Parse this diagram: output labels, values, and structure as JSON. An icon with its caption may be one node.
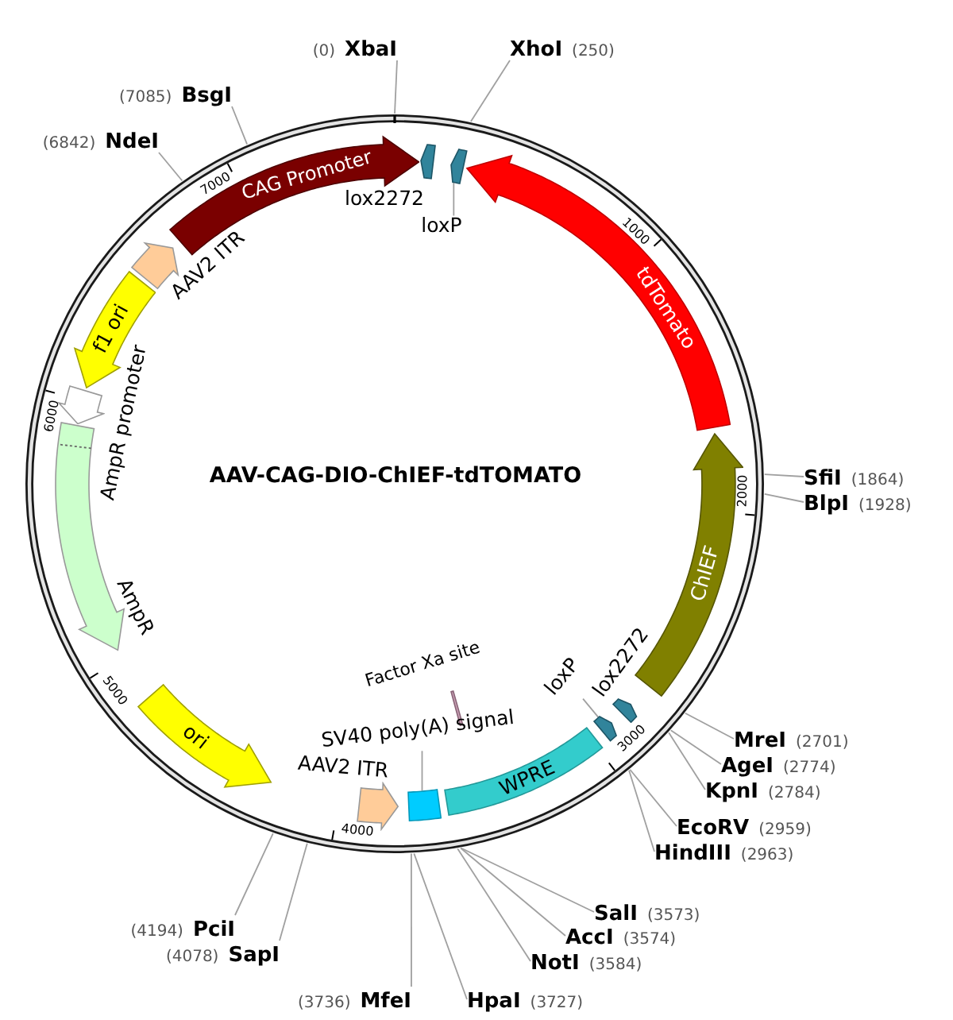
{
  "diagram": {
    "title": "AAV-CAG-DIO-ChIEF-tdTOMATO",
    "nodes": [
      {
        "text": [
          "(0)",
          "XbaI"
        ]
      },
      {
        "text": [
          "XhoI",
          "(250)"
        ]
      },
      {
        "text": [
          "(7085)",
          "BsgI"
        ]
      },
      {
        "text": [
          "(6842)",
          "NdeI"
        ]
      },
      {
        "text": [
          "CAG Promoter"
        ]
      },
      {
        "text": [],
        "shape": "arrow",
        "beside": [
          "lox2272"
        ]
      },
      {
        "text": [
          "loxP"
        ]
      },
      {
        "text": [],
        "shape": "arrow"
      },
      {
        "text": [
          "tdTomato"
        ]
      },
      {
        "text": [],
        "shape": "arrow",
        "beside": [
          "AAV2 ITR"
        ]
      },
      {
        "text": [
          "f1 ori"
        ]
      },
      {
        "text": [],
        "shape": "arrow",
        "beside": [
          "AmpR promoter"
        ]
      },
      {
        "text": [],
        "shape": "arrow",
        "beside": [
          "AmpR"
        ]
      },
      {
        "text": [
          "SfiI",
          "(1864)"
        ]
      },
      {
        "text": [
          "BlpI",
          "(1928)"
        ]
      },
      {
        "text": [
          "ChIEF"
        ]
      },
      {
        "text": [],
        "shape": "arrow",
        "beside": [
          "lox2272"
        ]
      },
      {
        "text": [
          "loxP"
        ]
      },
      {
        "text": [],
        "shape": "arrow"
      },
      {
        "text": [],
        "shape": "bar",
        "beside": [
          "Factor Xa site"
        ]
      },
      {
        "text": [
          "WPRE"
        ]
      },
      {
        "text": [
          "SV40 poly(A) signal"
        ]
      },
      {
        "text": [],
        "shape": "box"
      },
      {
        "text": [],
        "shape": "arrow",
        "beside": [
          "AAV2 ITR"
        ]
      },
      {
        "text": [
          "ori"
        ]
      },
      {
        "text": [
          "MreI",
          "(2701)"
        ]
      },
      {
        "text": [
          "AgeI",
          "(2774)"
        ]
      },
      {
        "text": [
          "KpnI",
          "(2784)"
        ]
      },
      {
        "text": [
          "EcoRV",
          "(2959)"
        ]
      },
      {
        "text": [
          "HindIII",
          "(2963)"
        ]
      },
      {
        "text": [
          "SalI",
          "(3573)"
        ]
      },
      {
        "text": [
          "AccI",
          "(3574)"
        ]
      },
      {
        "text": [
          "NotI",
          "(3584)"
        ]
      },
      {
        "text": [
          "HpaI",
          "(3727)"
        ]
      },
      {
        "text": [
          "(3736)",
          "MfeI"
        ]
      },
      {
        "text": [
          "(4078)",
          "SapI"
        ]
      },
      {
        "text": [
          "(4194)",
          "PciI"
        ]
      }
    ],
    "edges": [
      {
        "from": 0,
        "to": null,
        "arrow": "none"
      },
      {
        "from": 1,
        "to": null,
        "arrow": "none"
      },
      {
        "from": 2,
        "to": null,
        "arrow": "none"
      },
      {
        "from": 3,
        "to": null,
        "arrow": "none"
      },
      {
        "from": 6,
        "to": 7,
        "arrow": "none"
      },
      {
        "from": 13,
        "to": null,
        "arrow": "none"
      },
      {
        "from": 14,
        "to": null,
        "arrow": "none"
      },
      {
        "from": 17,
        "to": 18,
        "arrow": "none"
      },
      {
        "from": 21,
        "to": 22,
        "arrow": "none"
      },
      {
        "from": 25,
        "to": null,
        "arrow": "none"
      },
      {
        "from": 26,
        "to": null,
        "arrow": "none"
      },
      {
        "from": 27,
        "to": null,
        "arrow": "none"
      },
      {
        "from": 28,
        "to": null,
        "arrow": "none"
      },
      {
        "from": 29,
        "to": null,
        "arrow": "none"
      },
      {
        "from": 30,
        "to": null,
        "arrow": "none"
      },
      {
        "from": 31,
        "to": null,
        "arrow": "none"
      },
      {
        "from": 32,
        "to": null,
        "arrow": "none"
      },
      {
        "from": 33,
        "to": null,
        "arrow": "none"
      },
      {
        "from": 34,
        "to": null,
        "arrow": "none"
      },
      {
        "from": 35,
        "to": null,
        "arrow": "none"
      },
      {
        "from": 36,
        "to": null,
        "arrow": "none"
      }
    ],
    "labels": [
      "7000",
      "1000",
      "6000",
      "2000",
      "5000",
      "3000",
      "4000"
    ]
  }
}
